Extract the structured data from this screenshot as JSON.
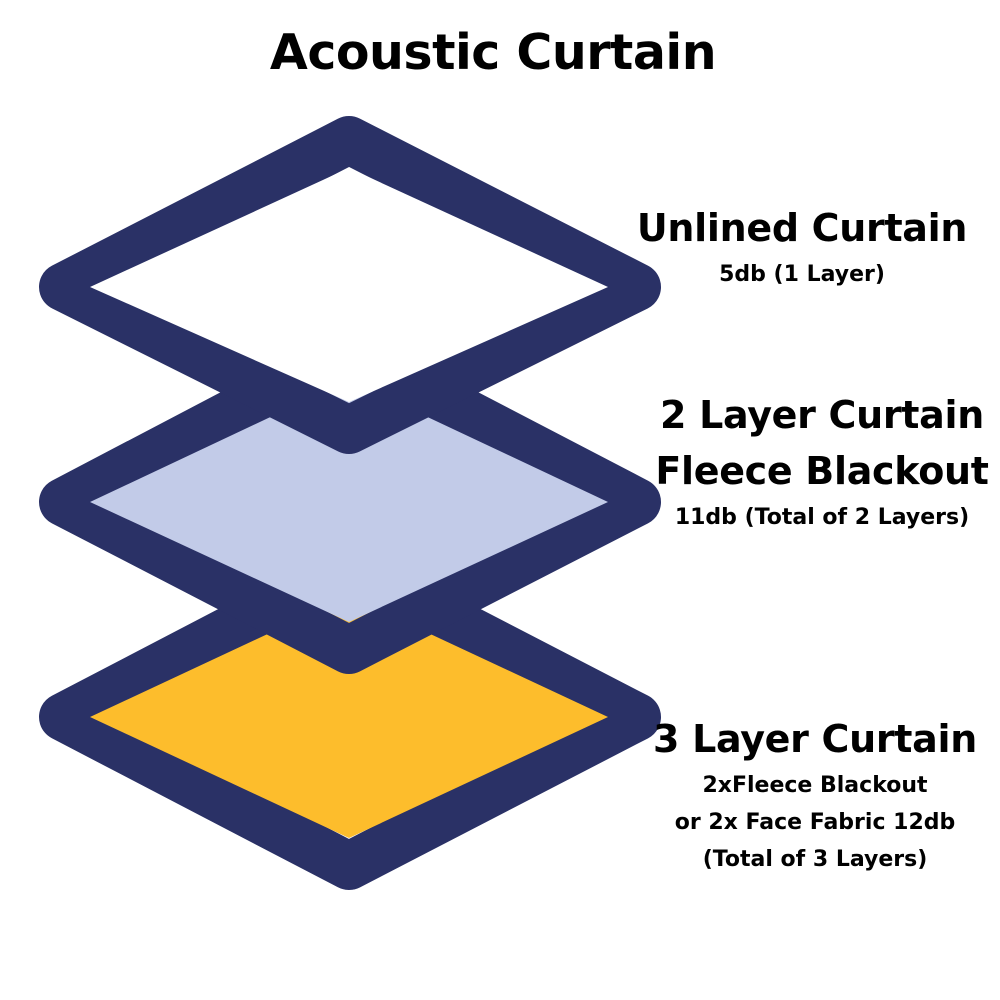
{
  "title": "Acoustic Curtain",
  "colors": {
    "outline": "#2a3166",
    "layer_top": "#ffffff",
    "layer_middle": "#c2cbe8",
    "layer_bottom": "#fdbd2c"
  },
  "layers": [
    {
      "heading": [
        "Unlined Curtain"
      ],
      "details": [
        "5db (1 Layer)"
      ]
    },
    {
      "heading": [
        "2 Layer Curtain",
        "Fleece Blackout"
      ],
      "details": [
        "11db (Total of 2 Layers)"
      ]
    },
    {
      "heading": [
        "3 Layer Curtain"
      ],
      "details": [
        "2xFleece Blackout",
        "or 2x Face Fabric 12db",
        "(Total of 3 Layers)"
      ]
    }
  ]
}
